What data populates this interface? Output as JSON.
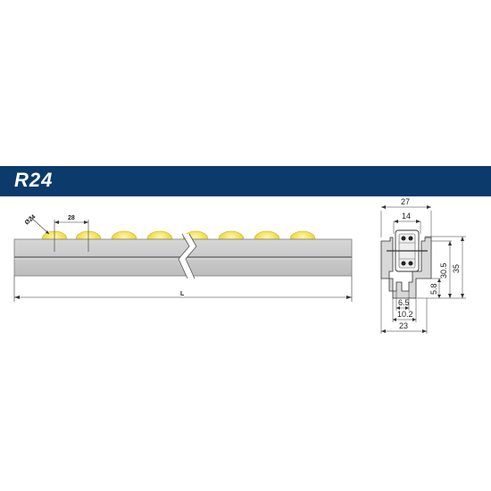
{
  "banner": {
    "title": "R24"
  },
  "colors": {
    "banner": "#0b3a6b",
    "rail": "#c9c9c9",
    "roller": "#f2e04a",
    "line": "#333333"
  },
  "side_view": {
    "diameter_label": "Ø24",
    "pitch_label": "28",
    "length_label": "L"
  },
  "section_view": {
    "dim_width_top": "27",
    "dim_inner": "14",
    "dim_height_total": "35",
    "dim_height_body": "30.5",
    "dim_slot_depth": "5.8",
    "dim_slot_width": "6.5",
    "dim_slot_outer": "10.2",
    "dim_width_bottom": "23"
  }
}
